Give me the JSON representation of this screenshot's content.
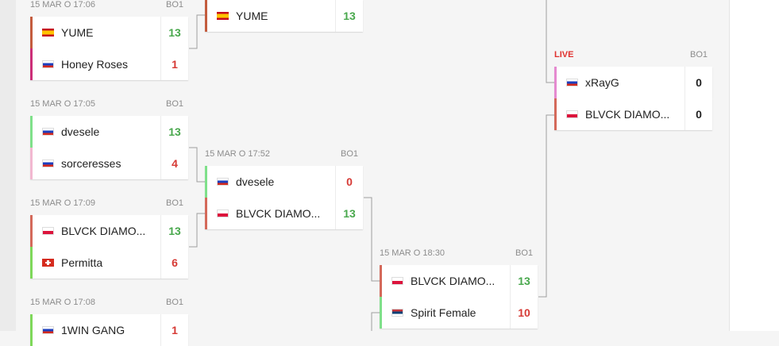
{
  "colors": {
    "win": "#49a84d",
    "lose": "#d63a35",
    "live": "#e0322f"
  },
  "matches": [
    {
      "meta_time": "15 MAR O 17:06",
      "meta_format": "BO1",
      "teams": [
        {
          "name": "YUME",
          "score": "13",
          "flag": "spain-flag-icon",
          "bar": "#c45c3e"
        },
        {
          "name": "Honey Roses",
          "score": "1",
          "flag": "russia-flag-icon",
          "bar": "#cc2e78"
        }
      ]
    },
    {
      "meta_time": "15 MAR O 17:05",
      "meta_format": "BO1",
      "teams": [
        {
          "name": "dvesele",
          "score": "13",
          "flag": "russia-flag-icon",
          "bar": "#7fe08a"
        },
        {
          "name": "sorceresses",
          "score": "4",
          "flag": "russia-flag-icon",
          "bar": "#f2b8d0"
        }
      ]
    },
    {
      "meta_time": "15 MAR O 17:09",
      "meta_format": "BO1",
      "teams": [
        {
          "name": "BLVCK DIAMO...",
          "score": "13",
          "flag": "poland-flag-icon",
          "bar": "#d4695a"
        },
        {
          "name": "Permitta",
          "score": "6",
          "flag": "switzerland-flag-icon",
          "bar": "#7ed85a"
        }
      ]
    },
    {
      "meta_time": "15 MAR O 17:08",
      "meta_format": "BO1",
      "teams": [
        {
          "name": "1WIN GANG",
          "score": "1",
          "flag": "russia-flag-icon",
          "bar": "#7ed85a"
        }
      ]
    },
    {
      "teams": [
        {
          "name": "YUME",
          "score": "13",
          "flag": "spain-flag-icon",
          "bar": "#c45c3e"
        }
      ]
    },
    {
      "meta_time": "15 MAR O 17:52",
      "meta_format": "BO1",
      "teams": [
        {
          "name": "dvesele",
          "score": "0",
          "flag": "russia-flag-icon",
          "bar": "#7fe08a"
        },
        {
          "name": "BLVCK DIAMO...",
          "score": "13",
          "flag": "poland-flag-icon",
          "bar": "#d4695a"
        }
      ]
    },
    {
      "meta_time": "15 MAR O 18:30",
      "meta_format": "BO1",
      "teams": [
        {
          "name": "BLVCK DIAMO...",
          "score": "13",
          "flag": "poland-flag-icon",
          "bar": "#d4695a"
        },
        {
          "name": "Spirit Female",
          "score": "10",
          "flag": "serbia-flag-icon",
          "bar": "#7fe08a"
        }
      ]
    },
    {
      "meta_time": "LIVE",
      "meta_format": "BO1",
      "teams": [
        {
          "name": "xRayG",
          "score": "0",
          "flag": "russia-flag-icon",
          "bar": "#e58ad0"
        },
        {
          "name": "BLVCK DIAMO...",
          "score": "0",
          "flag": "poland-flag-icon",
          "bar": "#d4695a"
        }
      ]
    }
  ]
}
